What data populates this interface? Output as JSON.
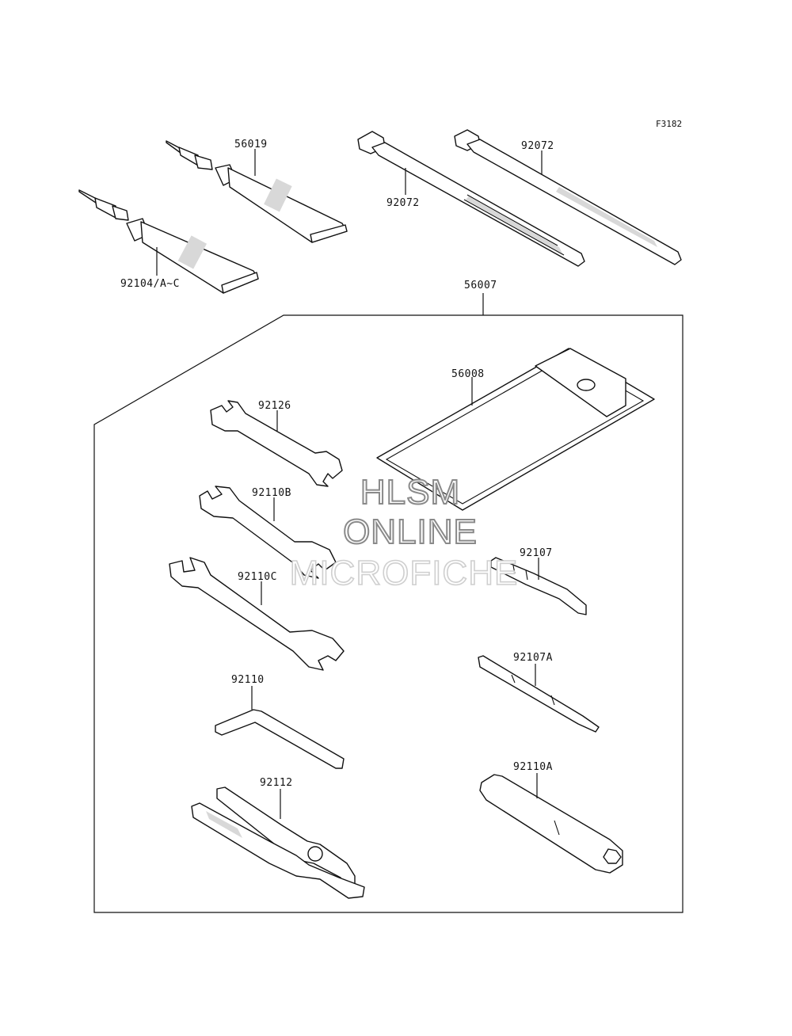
{
  "figure_code": "F3182",
  "watermark": [
    "HLSM",
    "ONLINE",
    "MICROFICHE"
  ],
  "parts": [
    {
      "id": "sealant_small",
      "number": "56019"
    },
    {
      "id": "sealant_large",
      "number": "92104/A~C"
    },
    {
      "id": "band_left",
      "number": "92072"
    },
    {
      "id": "band_right",
      "number": "92072"
    },
    {
      "id": "tool_kit",
      "number": "56007"
    },
    {
      "id": "tool_bag",
      "number": "56008"
    },
    {
      "id": "wrench_1",
      "number": "92126"
    },
    {
      "id": "wrench_2",
      "number": "92110B"
    },
    {
      "id": "wrench_3",
      "number": "92110C"
    },
    {
      "id": "hex_key",
      "number": "92110"
    },
    {
      "id": "pliers",
      "number": "92112"
    },
    {
      "id": "screwdriver",
      "number": "92107"
    },
    {
      "id": "screwdriver_bit",
      "number": "92107A"
    },
    {
      "id": "plug_wrench",
      "number": "92110A"
    }
  ]
}
